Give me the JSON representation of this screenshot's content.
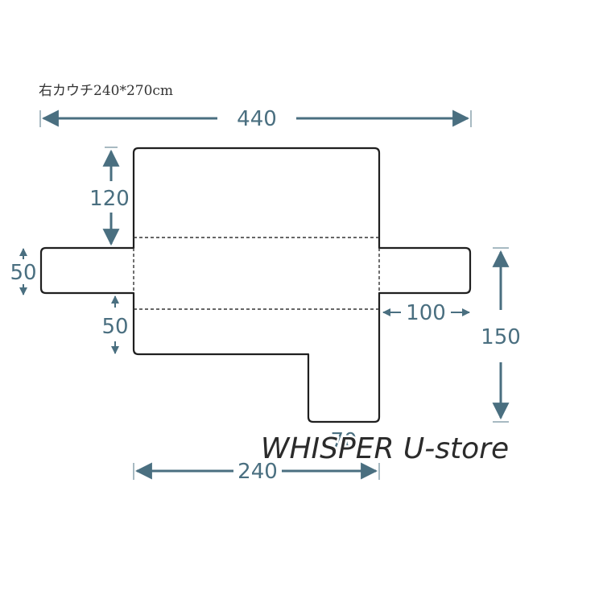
{
  "caption": "右カウチ240*270cm",
  "dimensions": {
    "overall_width": "440",
    "back_height": "120",
    "left_arm_height": "50",
    "front_seat_height": "50",
    "arm_width": "100",
    "side_height": "150",
    "seat_width": "240",
    "chaise_width": "70"
  },
  "watermark": "WHISPER U-store",
  "colors": {
    "dimension": "#4a6f80",
    "outline": "#1f1f1f"
  }
}
